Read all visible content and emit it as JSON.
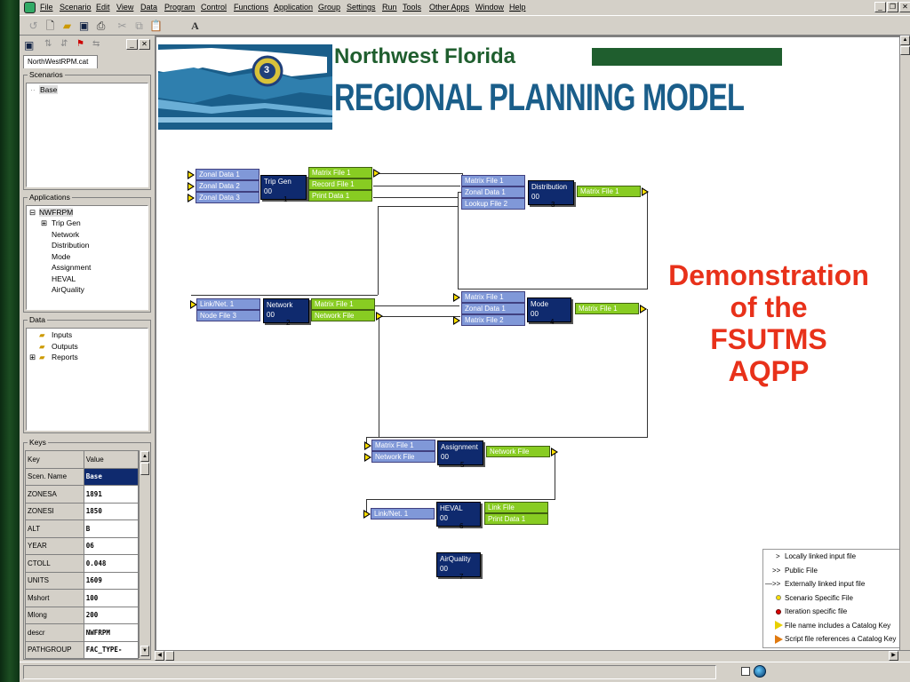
{
  "menu": [
    "File",
    "Scenario",
    "Edit",
    "View",
    "Data",
    "Program",
    "Control",
    "Functions",
    "Application",
    "Group",
    "Settings",
    "Run",
    "Tools",
    "Other Apps",
    "Window",
    "Help"
  ],
  "toolbar": {
    "font_label": "A"
  },
  "left_panel": {
    "catalog_tab": "NorthWestRPM.cat",
    "scenarios_label": "Scenarios",
    "scenarios": [
      "Base"
    ],
    "applications_label": "Applications",
    "applications_root": "NWFRPM",
    "applications": [
      "Trip Gen",
      "Network",
      "Distribution",
      "Mode",
      "Assignment",
      "HEVAL",
      "AirQuality"
    ],
    "data_label": "Data",
    "data_items": [
      "Inputs",
      "Outputs",
      "Reports"
    ],
    "keys_label": "Keys",
    "keys_header": {
      "key": "Key",
      "value": "Value"
    },
    "keys": [
      {
        "k": "Scen. Name",
        "v": "Base"
      },
      {
        "k": "ZONESA",
        "v": "1891"
      },
      {
        "k": "ZONESI",
        "v": "1850"
      },
      {
        "k": "ALT",
        "v": "B"
      },
      {
        "k": "YEAR",
        "v": "06"
      },
      {
        "k": "CTOLL",
        "v": "0.048"
      },
      {
        "k": "UNITS",
        "v": "1609"
      },
      {
        "k": "Mshort",
        "v": "100"
      },
      {
        "k": "Mlong",
        "v": "200"
      },
      {
        "k": "descr",
        "v": "NWFRPM"
      },
      {
        "k": "PATHGROUP",
        "v": "FAC_TYPE-"
      }
    ]
  },
  "banner": {
    "title1": "Northwest Florida",
    "title2": "REGIONAL PLANNING MODEL",
    "seal_number": "3"
  },
  "flowchart": {
    "trip_gen": {
      "inputs": [
        "Zonal Data 1",
        "Zonal Data 2",
        "Zonal Data 3"
      ],
      "name": "Trip Gen",
      "code": "00",
      "num": "1",
      "outputs": [
        "Matrix File 1",
        "Record File 1",
        "Print Data 1"
      ]
    },
    "network": {
      "inputs": [
        "Link/Net. 1",
        "Node File 3"
      ],
      "name": "Network",
      "code": "00",
      "num": "2",
      "outputs": [
        "Matrix File 1",
        "Network File"
      ]
    },
    "distribution": {
      "inputs": [
        "Matrix File 1",
        "Zonal Data 1",
        "Lookup File 2"
      ],
      "name": "Distribution",
      "code": "00",
      "num": "3",
      "outputs": [
        "Matrix File 1"
      ]
    },
    "mode": {
      "inputs": [
        "Matrix File 1",
        "Zonal Data 1",
        "Matrix File 2"
      ],
      "name": "Mode",
      "code": "00",
      "num": "4",
      "outputs": [
        "Matrix File 1"
      ]
    },
    "assignment": {
      "inputs": [
        "Matrix File 1",
        "Network File"
      ],
      "name": "Assignment",
      "code": "00",
      "num": "5",
      "outputs": [
        "Network File"
      ]
    },
    "heval": {
      "inputs": [
        "Link/Net. 1"
      ],
      "name": "HEVAL",
      "code": "00",
      "num": "6",
      "outputs": [
        "Link File",
        "Print Data 1"
      ]
    },
    "airquality": {
      "name": "AirQuality",
      "code": "00",
      "num": "7"
    }
  },
  "demo_text": [
    "Demonstration",
    "of the",
    "FSUTMS",
    "AQPP"
  ],
  "legend": [
    {
      "sym": ">",
      "text": "Locally linked input file"
    },
    {
      "sym": ">>",
      "text": "Public File"
    },
    {
      "sym": "—>>",
      "text": "Externally linked input file"
    },
    {
      "sym": "yellow-dot-icon",
      "text": "Scenario Specific File"
    },
    {
      "sym": "red-dot-icon",
      "text": "Iteration specific file"
    },
    {
      "sym": "yellow-triangle-icon",
      "text": "File name includes a Catalog Key"
    },
    {
      "sym": "orange-triangle-icon",
      "text": "Script file references a Catalog Key"
    }
  ],
  "colors": {
    "input": "#8098d8",
    "output": "#88cc22",
    "program": "#0f2a6e",
    "demo": "#e8311a",
    "banner_blue": "#1a5e8a",
    "banner_green": "#1f5e2e"
  }
}
